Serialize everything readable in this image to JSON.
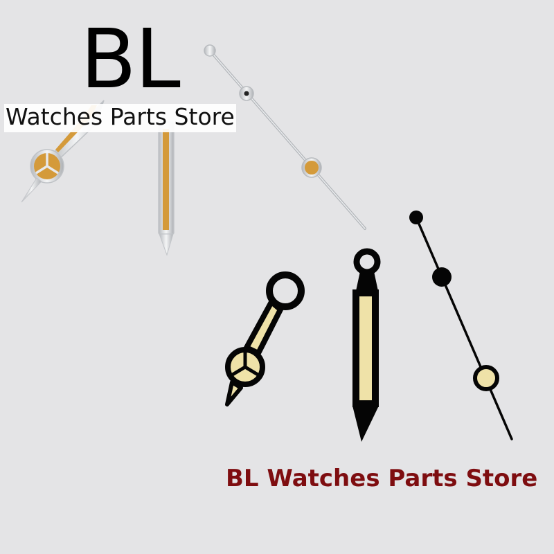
{
  "watermark": {
    "brand": "BL",
    "subtitle": "Watches Parts Store"
  },
  "caption": "BL Watches Parts Store",
  "colors": {
    "background": "#e4e4e6",
    "silver_outline": "#cfd1d4",
    "orange_lume": "#d49a3a",
    "black_hands": "#050505",
    "cream_lume": "#efe2a8",
    "caption": "#7e0d10"
  },
  "hand_sets": [
    {
      "name": "silver-orange",
      "hands": [
        "hour-hand",
        "minute-hand",
        "seconds-hand"
      ]
    },
    {
      "name": "black-cream",
      "hands": [
        "hour-hand",
        "minute-hand",
        "seconds-hand"
      ]
    }
  ]
}
